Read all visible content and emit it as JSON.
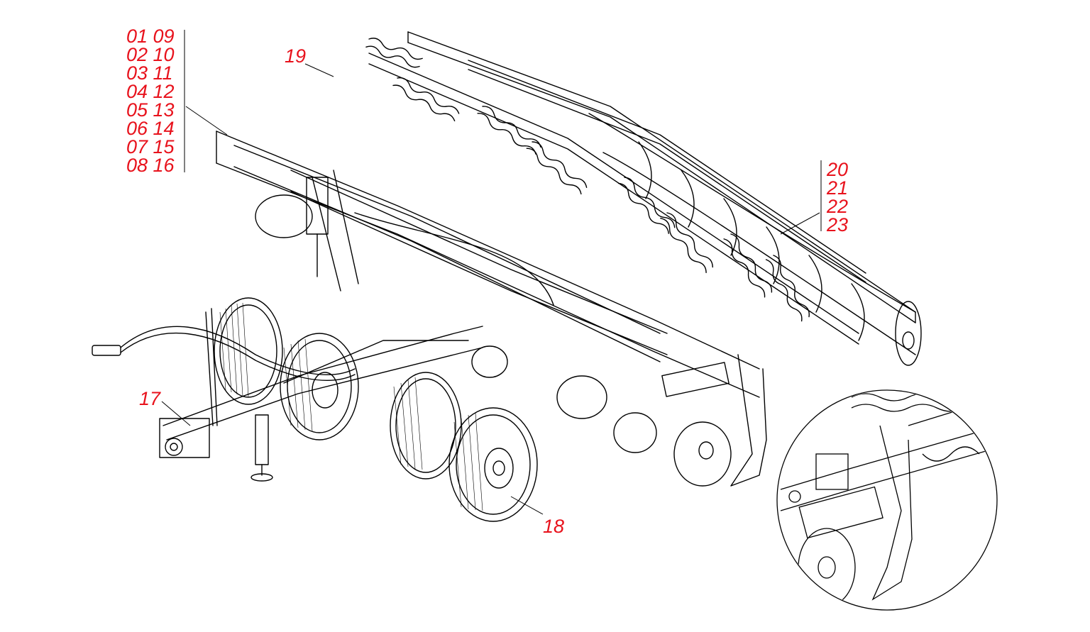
{
  "diagram": {
    "label_color": "#e8121c",
    "line_color": "#000000",
    "callout_groups": [
      {
        "id": "group-left",
        "labels": [
          "01 09",
          "02 10",
          "03 11",
          "04 12",
          "05 13",
          "06 14",
          "07 15",
          "08 16"
        ]
      },
      {
        "id": "group-right",
        "labels": [
          "20",
          "21",
          "22",
          "23"
        ]
      }
    ],
    "callouts": [
      {
        "id": "callout-17",
        "label": "17"
      },
      {
        "id": "callout-18",
        "label": "18"
      },
      {
        "id": "callout-19",
        "label": "19"
      }
    ]
  }
}
